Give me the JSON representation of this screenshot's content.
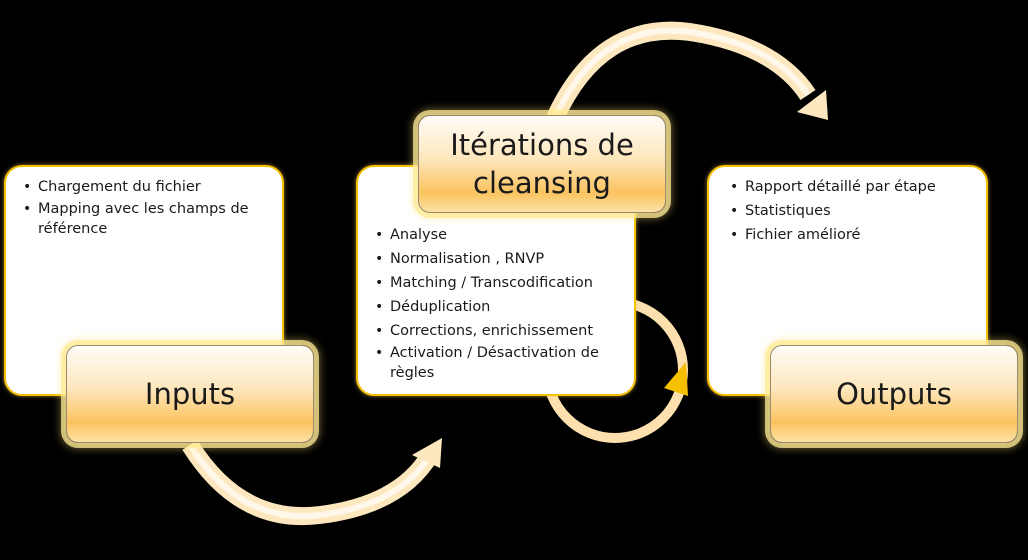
{
  "diagram": {
    "stages": [
      {
        "title": "Inputs",
        "items": [
          "Chargement du fichier",
          "Mapping avec les champs de référence"
        ]
      },
      {
        "title": "Itérations de cleansing",
        "title_lines": [
          "Itérations de",
          "cleansing"
        ],
        "items": [
          "Analyse",
          "Normalisation , RNVP",
          "Matching / Transcodification",
          "Déduplication",
          "Corrections, enrichissement",
          "Activation / Désactivation de règles"
        ]
      },
      {
        "title": "Outputs",
        "items": [
          "Rapport détaillé par étape",
          "Statistiques",
          "Fichier amélioré"
        ]
      }
    ],
    "colors": {
      "background": "#000000",
      "card_border": "#f5c000",
      "label_gradient_top": "#fffdf8",
      "label_gradient_bottom": "#fbc35f",
      "arrow": "#fde7be",
      "loop_arrowhead": "#f5c000"
    }
  }
}
